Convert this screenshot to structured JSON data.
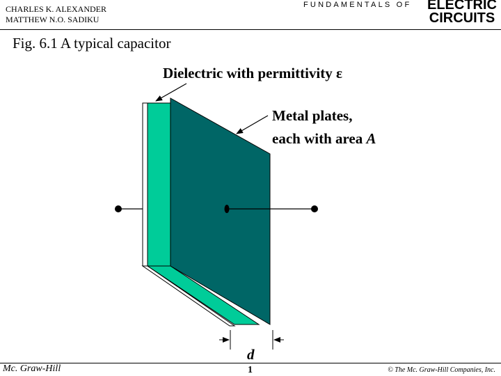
{
  "header": {
    "authors": [
      "CHARLES K. ALEXANDER",
      "MATTHEW N.O. SADIKU"
    ],
    "series": "FUNDAMENTALS OF",
    "book_title_line1": "ELECTRIC",
    "book_title_line2": "CIRCUITS"
  },
  "figure": {
    "caption": "Fig. 6.1 A typical capacitor",
    "labels": {
      "dielectric": "Dielectric with permittivity ",
      "permittivity_symbol": "ε",
      "plates_line1": "Metal plates,",
      "plates_line2": "each with area ",
      "area_symbol": "A",
      "distance_symbol": "d"
    },
    "colors": {
      "dielectric": "#00cc99",
      "plate": "#006666"
    }
  },
  "footer": {
    "publisher": "Mc. Graw-Hill",
    "page_number": "1",
    "copyright": "© The Mc. Graw-Hill Companies, Inc."
  }
}
